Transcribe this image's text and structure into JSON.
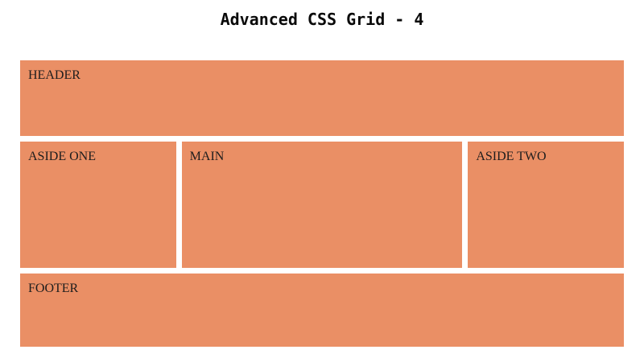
{
  "page": {
    "title": "Advanced CSS Grid - 4"
  },
  "grid": {
    "sections": [
      {
        "id": "header",
        "label": "HEADER"
      },
      {
        "id": "aside-one",
        "label": "ASIDE ONE"
      },
      {
        "id": "main",
        "label": "MAIN"
      },
      {
        "id": "aside-two",
        "label": "ASIDE TWO"
      },
      {
        "id": "footer",
        "label": "FOOTER"
      }
    ],
    "colors": {
      "section_background": "#ea8f65",
      "page_background": "#ffffff",
      "label_text": "#1d1d1d",
      "title_text": "#0a0a0a"
    }
  }
}
